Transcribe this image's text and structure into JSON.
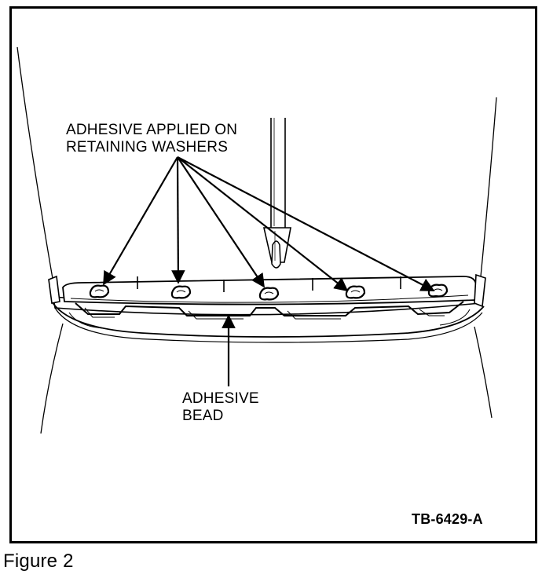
{
  "callouts": {
    "washers_line1": "ADHESIVE APPLIED ON",
    "washers_line2": "RETAINING WASHERS",
    "bead_line1": "ADHESIVE",
    "bead_line2": "BEAD"
  },
  "figure_code": "TB-6429-A",
  "caption": "Figure 2"
}
